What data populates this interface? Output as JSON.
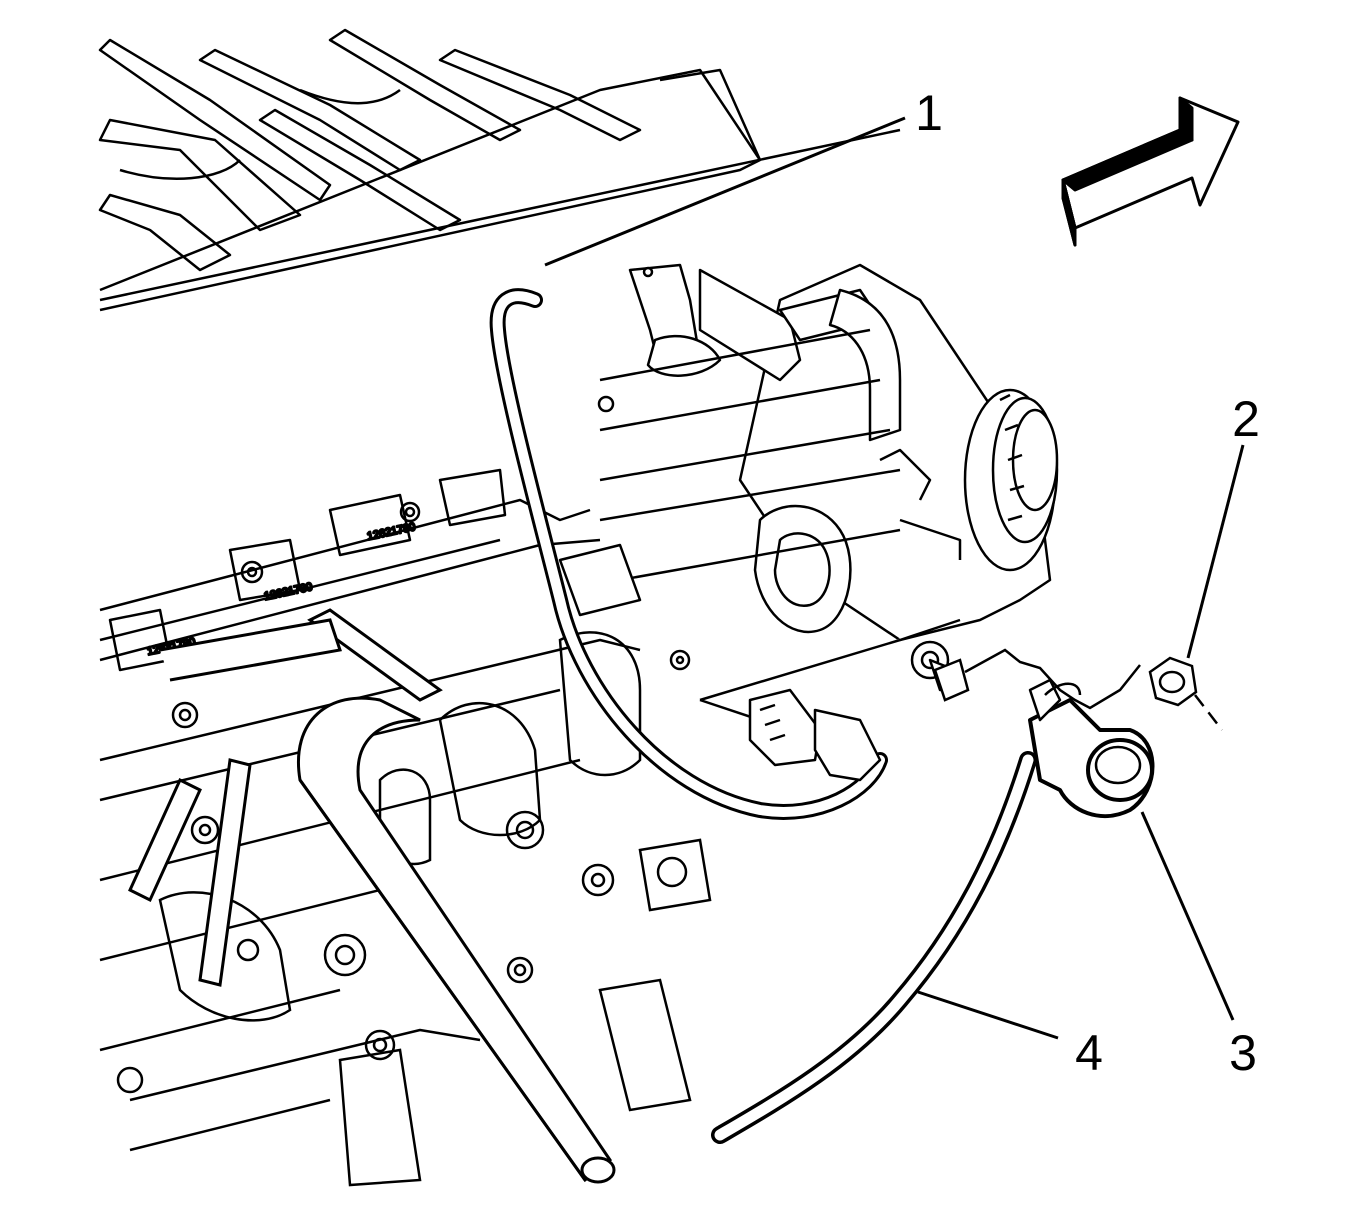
{
  "figure": {
    "callouts": [
      {
        "id": "1",
        "label": "1"
      },
      {
        "id": "2",
        "label": "2"
      },
      {
        "id": "3",
        "label": "3"
      },
      {
        "id": "4",
        "label": "4"
      }
    ],
    "part_stamps": [
      "12621780",
      "12621780",
      "12621780"
    ],
    "direction_icon": "front-direction-arrow-icon",
    "colors": {
      "ink": "#000000",
      "paper": "#ffffff"
    }
  }
}
